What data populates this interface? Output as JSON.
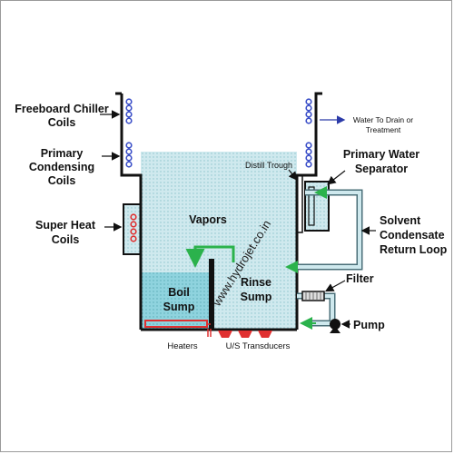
{
  "labels": {
    "freeboard_line1": "Freeboard Chiller",
    "freeboard_line2": "Coils",
    "primary_cond_line1": "Primary",
    "primary_cond_line2": "Condensing",
    "primary_cond_line3": "Coils",
    "superheat_line1": "Super Heat",
    "superheat_line2": "Coils",
    "vapors": "Vapors",
    "boil_line1": "Boil",
    "boil_line2": "Sump",
    "rinse_line1": "Rinse",
    "rinse_line2": "Sump",
    "heaters": "Heaters",
    "transducers": "U/S Transducers",
    "distill_trough": "Distill Trough",
    "water_drain_line1": "Water To Drain or",
    "water_drain_line2": "Treatment",
    "separator_line1": "Primary Water",
    "separator_line2": "Separator",
    "solvent_line1": "Solvent",
    "solvent_line2": "Condensate",
    "solvent_line3": "Return Loop",
    "filter": "Filter",
    "pump": "Pump"
  },
  "watermark": "www.hydrojet.co.in",
  "colors": {
    "vapor_fill": "#cfe9ee",
    "liquid_fill": "#8fd3de",
    "coil_blue": "#3b4fc8",
    "heater_red": "#e03030",
    "arrow_green": "#2bb24c",
    "tank_wall": "#111111"
  }
}
